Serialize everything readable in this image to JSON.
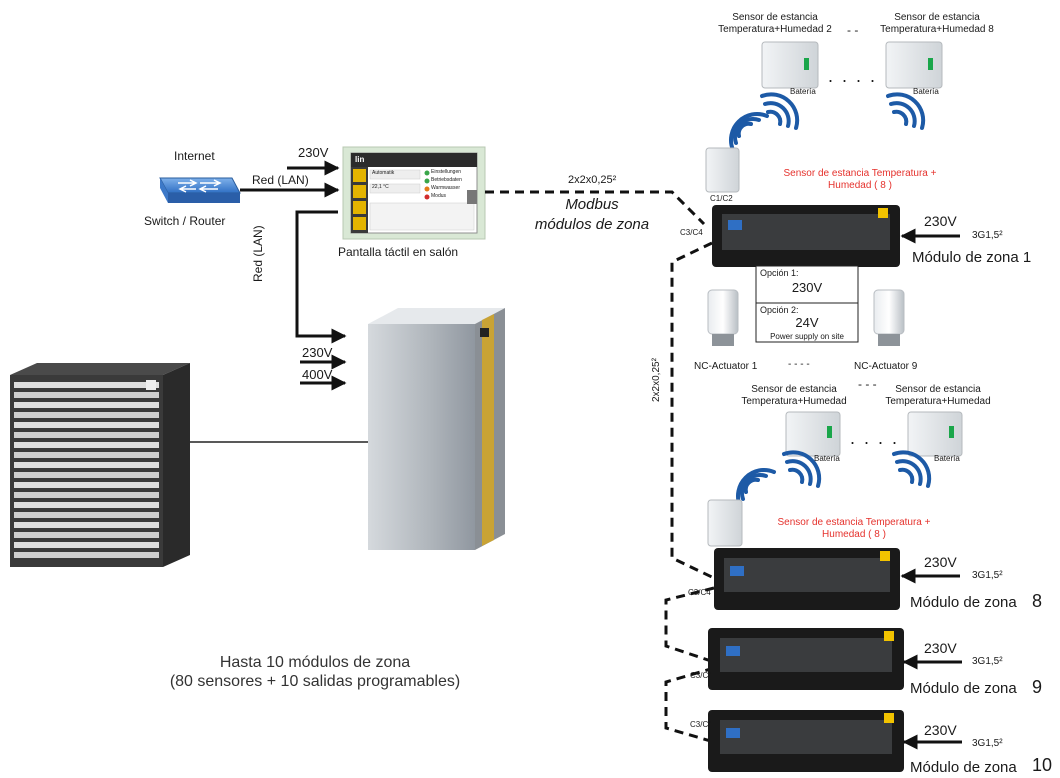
{
  "top": {
    "sensor_left": "Sensor de estancia\nTemperatura+Humedad 2",
    "sensor_right": "Sensor de estancia\nTemperatura+Humedad 8",
    "battery_left": "Batería",
    "battery_right": "Batería",
    "dots_top": "- -",
    "dots_mid": ". . . ."
  },
  "network": {
    "internet": "Internet",
    "red_lan_h": "Red (LAN)",
    "switch_router": "Switch / Router",
    "v230_top": "230V",
    "touch_label": "Pantalla táctil en salón",
    "red_lan_v": "Red (LAN)",
    "heatpump_230": "230V",
    "heatpump_400": "400V"
  },
  "screen": {
    "logo": "lin",
    "auto_label": "Automatik",
    "temp_value": "22,1 °C",
    "menu_1": "Einstellungen",
    "menu_2": "Betriebsdaten",
    "menu_3": "Warmwasser",
    "menu_4": "Modus"
  },
  "modbus": {
    "cable": "2x2x0,25²",
    "title_1": "Modbus",
    "title_2": "módulos de zona"
  },
  "module1": {
    "c1c2": "C1/C2",
    "c3c4": "C3/C4",
    "sensor_red": "Sensor de estancia Temperatura +\nHumedad ( 8 )",
    "v230": "230V",
    "cable": "3G1,5²",
    "label": "Módulo de zona 1",
    "option1_title": "Opción 1:",
    "option1_value": "230V",
    "option2_title": "Opción 2:",
    "option2_value": "24V",
    "option2_note": "Power supply on site",
    "actuator_left": "NC-Actuator 1",
    "actuator_dashes": "- - - -",
    "actuator_right": "NC-Actuator 9"
  },
  "vertical_cable": "2x2x0,25²",
  "second_sensors": {
    "sensor_left": "Sensor de estancia\nTemperatura+Humedad",
    "sensor_right": "Sensor de estancia\nTemperatura+Humedad",
    "dashes": "- - -",
    "dots": ". . . .",
    "battery_left": "Batería",
    "battery_right": "Batería",
    "sensor_red": "Sensor de estancia Temperatura +\nHumedad ( 8 )"
  },
  "module8": {
    "c3c4": "C3/C4",
    "v230": "230V",
    "cable": "3G1,5²",
    "label": "Módulo de zona",
    "num": "8"
  },
  "module9": {
    "c3c4": "C3/C4",
    "v230": "230V",
    "cable": "3G1,5²",
    "label": "Módulo de zona",
    "num": "9"
  },
  "module10": {
    "c3c4": "C3/C4",
    "v230": "230V",
    "cable": "3G1,5²",
    "label": "Módulo de zona",
    "num": "10"
  },
  "summary": {
    "line1": "Hasta 10 módulos de zona",
    "line2": "(80 sensores + 10 salidas programables)"
  },
  "colors": {
    "accent_yellow": "#f2c300",
    "red_text": "#e5322d",
    "wifi_blue": "#1d5aa6",
    "module_black": "#1a1a1a",
    "heatpump_gold": "#c9a335"
  }
}
